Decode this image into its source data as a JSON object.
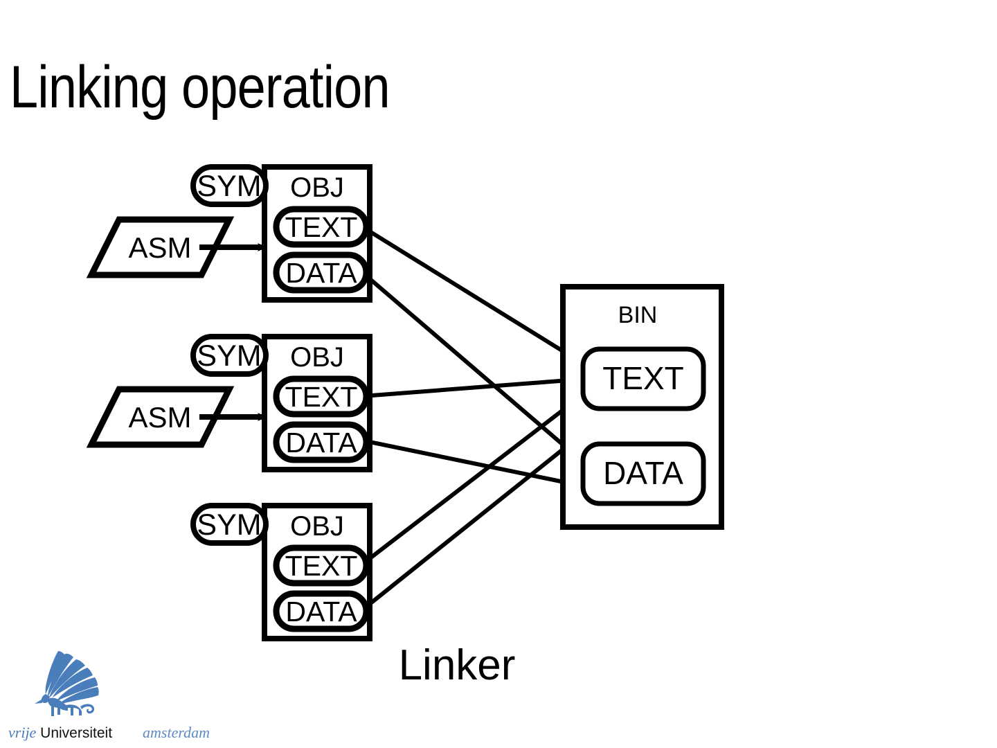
{
  "slide": {
    "title": "Linking operation",
    "background": "#ffffff",
    "stroke_color": "#000000"
  },
  "diagram": {
    "caption": "Linker",
    "obj_groups": [
      {
        "source_label": "ASM",
        "has_source": true,
        "sym_label": "SYM",
        "obj_label": "OBJ",
        "sections": [
          "TEXT",
          "DATA"
        ]
      },
      {
        "source_label": "ASM",
        "has_source": true,
        "sym_label": "SYM",
        "obj_label": "OBJ",
        "sections": [
          "TEXT",
          "DATA"
        ]
      },
      {
        "source_label": "",
        "has_source": false,
        "sym_label": "SYM",
        "obj_label": "OBJ",
        "sections": [
          "TEXT",
          "DATA"
        ]
      }
    ],
    "output": {
      "label": "BIN",
      "sections": [
        "TEXT",
        "DATA"
      ]
    },
    "arrow_count": 6,
    "arrow_note": "three TEXT sections merge into BIN TEXT; three DATA sections merge into BIN DATA"
  },
  "logo": {
    "vrije": "vrije",
    "universiteit": "Universiteit",
    "amsterdam": "amsterdam",
    "brand_color": "#4A7EBB"
  }
}
